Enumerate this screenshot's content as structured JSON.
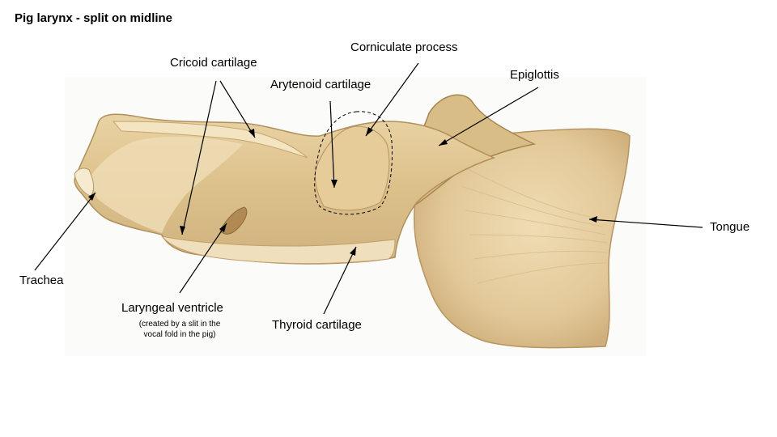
{
  "title": "Pig larynx - split on midline",
  "labels": {
    "cricoid": "Cricoid cartilage",
    "corniculate": "Corniculate process",
    "arytenoid": "Arytenoid cartilage",
    "epiglottis": "Epiglottis",
    "tongue": "Tongue",
    "trachea": "Trachea",
    "ventricle": "Laryngeal ventricle",
    "ventricle_note_1": "(created by a slit in the",
    "ventricle_note_2": "vocal fold in the pig)",
    "thyroid": "Thyroid cartilage"
  }
}
